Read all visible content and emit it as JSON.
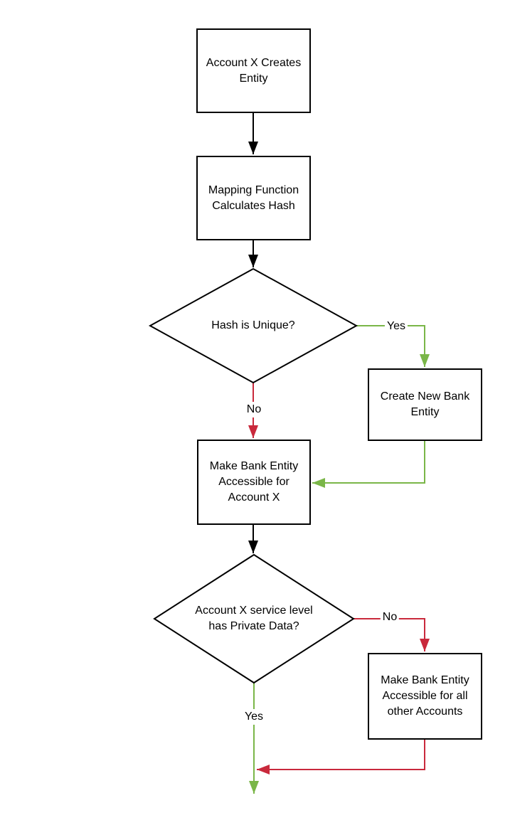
{
  "colors": {
    "node_border": "#000000",
    "edge_black": "#000000",
    "edge_green": "#7ab648",
    "edge_red": "#c9293c",
    "text": "#000000",
    "bg": "#ffffff"
  },
  "nodes": {
    "create_entity": {
      "label": "Account X Creates\nEntity"
    },
    "mapping_hash": {
      "label": "Mapping Function\nCalculates Hash"
    },
    "hash_unique": {
      "label": "Hash is Unique?"
    },
    "create_bank_entity": {
      "label": "Create New Bank\nEntity"
    },
    "accessible_account_x": {
      "label": "Make Bank Entity\nAccessible for\nAccount X"
    },
    "private_data": {
      "label": "Account X service level\nhas Private Data?"
    },
    "accessible_all_accounts": {
      "label": "Make Bank Entity\nAccessible for all\nother Accounts"
    }
  },
  "edges": [
    {
      "from": "create_entity",
      "to": "mapping_hash",
      "color": "black",
      "label": ""
    },
    {
      "from": "mapping_hash",
      "to": "hash_unique",
      "color": "black",
      "label": ""
    },
    {
      "from": "hash_unique",
      "to": "create_bank_entity",
      "color": "green",
      "label": "Yes"
    },
    {
      "from": "hash_unique",
      "to": "accessible_account_x",
      "color": "red",
      "label": "No"
    },
    {
      "from": "create_bank_entity",
      "to": "accessible_account_x",
      "color": "green",
      "label": ""
    },
    {
      "from": "accessible_account_x",
      "to": "private_data",
      "color": "black",
      "label": ""
    },
    {
      "from": "private_data",
      "to": "accessible_all_accounts",
      "color": "red",
      "label": "No"
    },
    {
      "from": "private_data",
      "to": "flow_exit",
      "color": "green",
      "label": "Yes"
    },
    {
      "from": "accessible_all_accounts",
      "to": "flow_exit",
      "color": "red",
      "label": ""
    }
  ]
}
